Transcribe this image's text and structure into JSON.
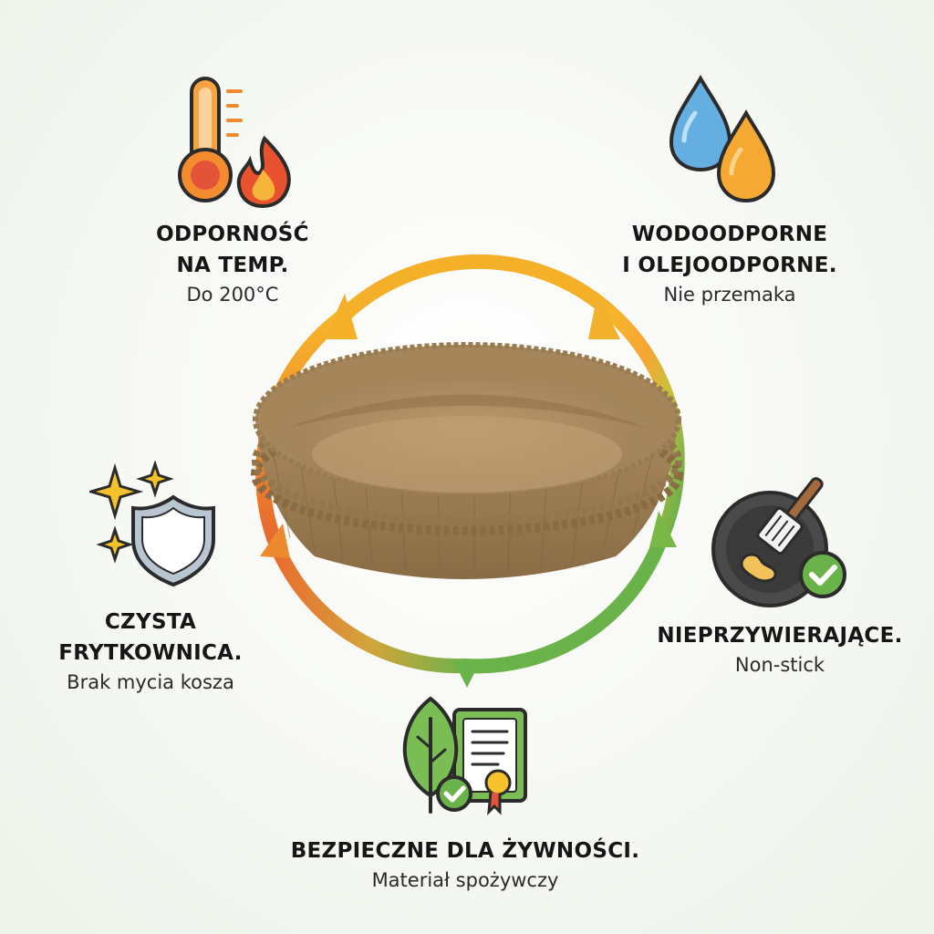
{
  "features": {
    "temp": {
      "title_1": "ODPORNOŚĆ",
      "title_2": "NA TEMP.",
      "subtitle": "Do 200°C",
      "icon": "thermometer-fire-icon"
    },
    "water": {
      "title_1": "WODOODPORNE",
      "title_2": "I OLEJOODPORNE.",
      "subtitle": "Nie przemaka",
      "icon": "water-oil-drops-icon"
    },
    "clean": {
      "title_1": "CZYSTA",
      "title_2": "FRYTKOWNICA.",
      "subtitle": "Brak mycia kosza",
      "icon": "sparkle-shield-icon"
    },
    "nonstick": {
      "title_1": "NIEPRZYWIERAJĄCE.",
      "subtitle": "Non-stick",
      "icon": "pan-spatula-check-icon"
    },
    "food": {
      "title_1": "BEZPIECZNE DLA ŻYWNOŚCI.",
      "subtitle": "Materiał spożywczy",
      "icon": "leaf-certificate-icon"
    }
  },
  "colors": {
    "orange": "#f28c2e",
    "yellow": "#f6c22c",
    "green": "#6ab34a",
    "red": "#e2533a",
    "paper": "#a88a60"
  }
}
